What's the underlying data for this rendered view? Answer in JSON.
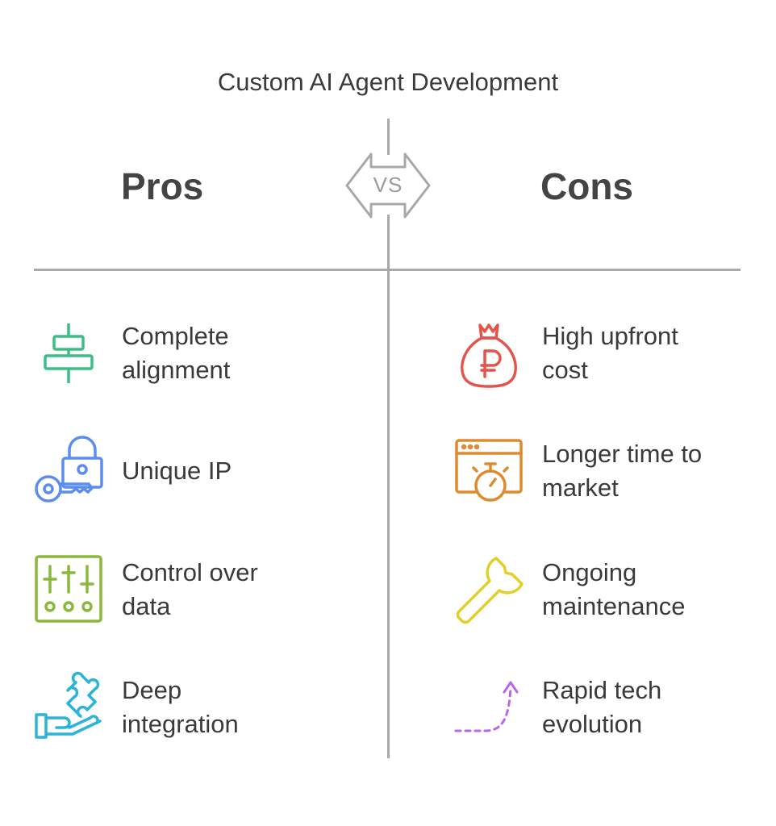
{
  "title": "Custom AI Agent Development",
  "pros": {
    "heading": "Pros",
    "items": [
      {
        "line1": "Complete",
        "line2": "alignment",
        "icon": "align-center-icon",
        "color": "#3dbd86"
      },
      {
        "line1": "Unique IP",
        "line2": "",
        "icon": "key-lock-icon",
        "color": "#5b8def"
      },
      {
        "line1": "Control over",
        "line2": "data",
        "icon": "sliders-icon",
        "color": "#8ab83a"
      },
      {
        "line1": "Deep",
        "line2": "integration",
        "icon": "puzzle-hand-icon",
        "color": "#2bb3d9"
      }
    ]
  },
  "cons": {
    "heading": "Cons",
    "items": [
      {
        "line1": "High upfront",
        "line2": "cost",
        "icon": "money-bag-icon",
        "color": "#e5534b"
      },
      {
        "line1": "Longer time to",
        "line2": "market",
        "icon": "stopwatch-window-icon",
        "color": "#e08a2e"
      },
      {
        "line1": "Ongoing",
        "line2": "maintenance",
        "icon": "wrench-icon",
        "color": "#e3cf2a"
      },
      {
        "line1": "Rapid tech",
        "line2": "evolution",
        "icon": "curved-arrow-icon",
        "color": "#b966e8"
      }
    ]
  },
  "vs_label": "VS",
  "colors": {
    "divider": "#a8a8a8",
    "text": "#3a3a3a",
    "heading": "#444444",
    "badge": "#a8a8a8"
  }
}
